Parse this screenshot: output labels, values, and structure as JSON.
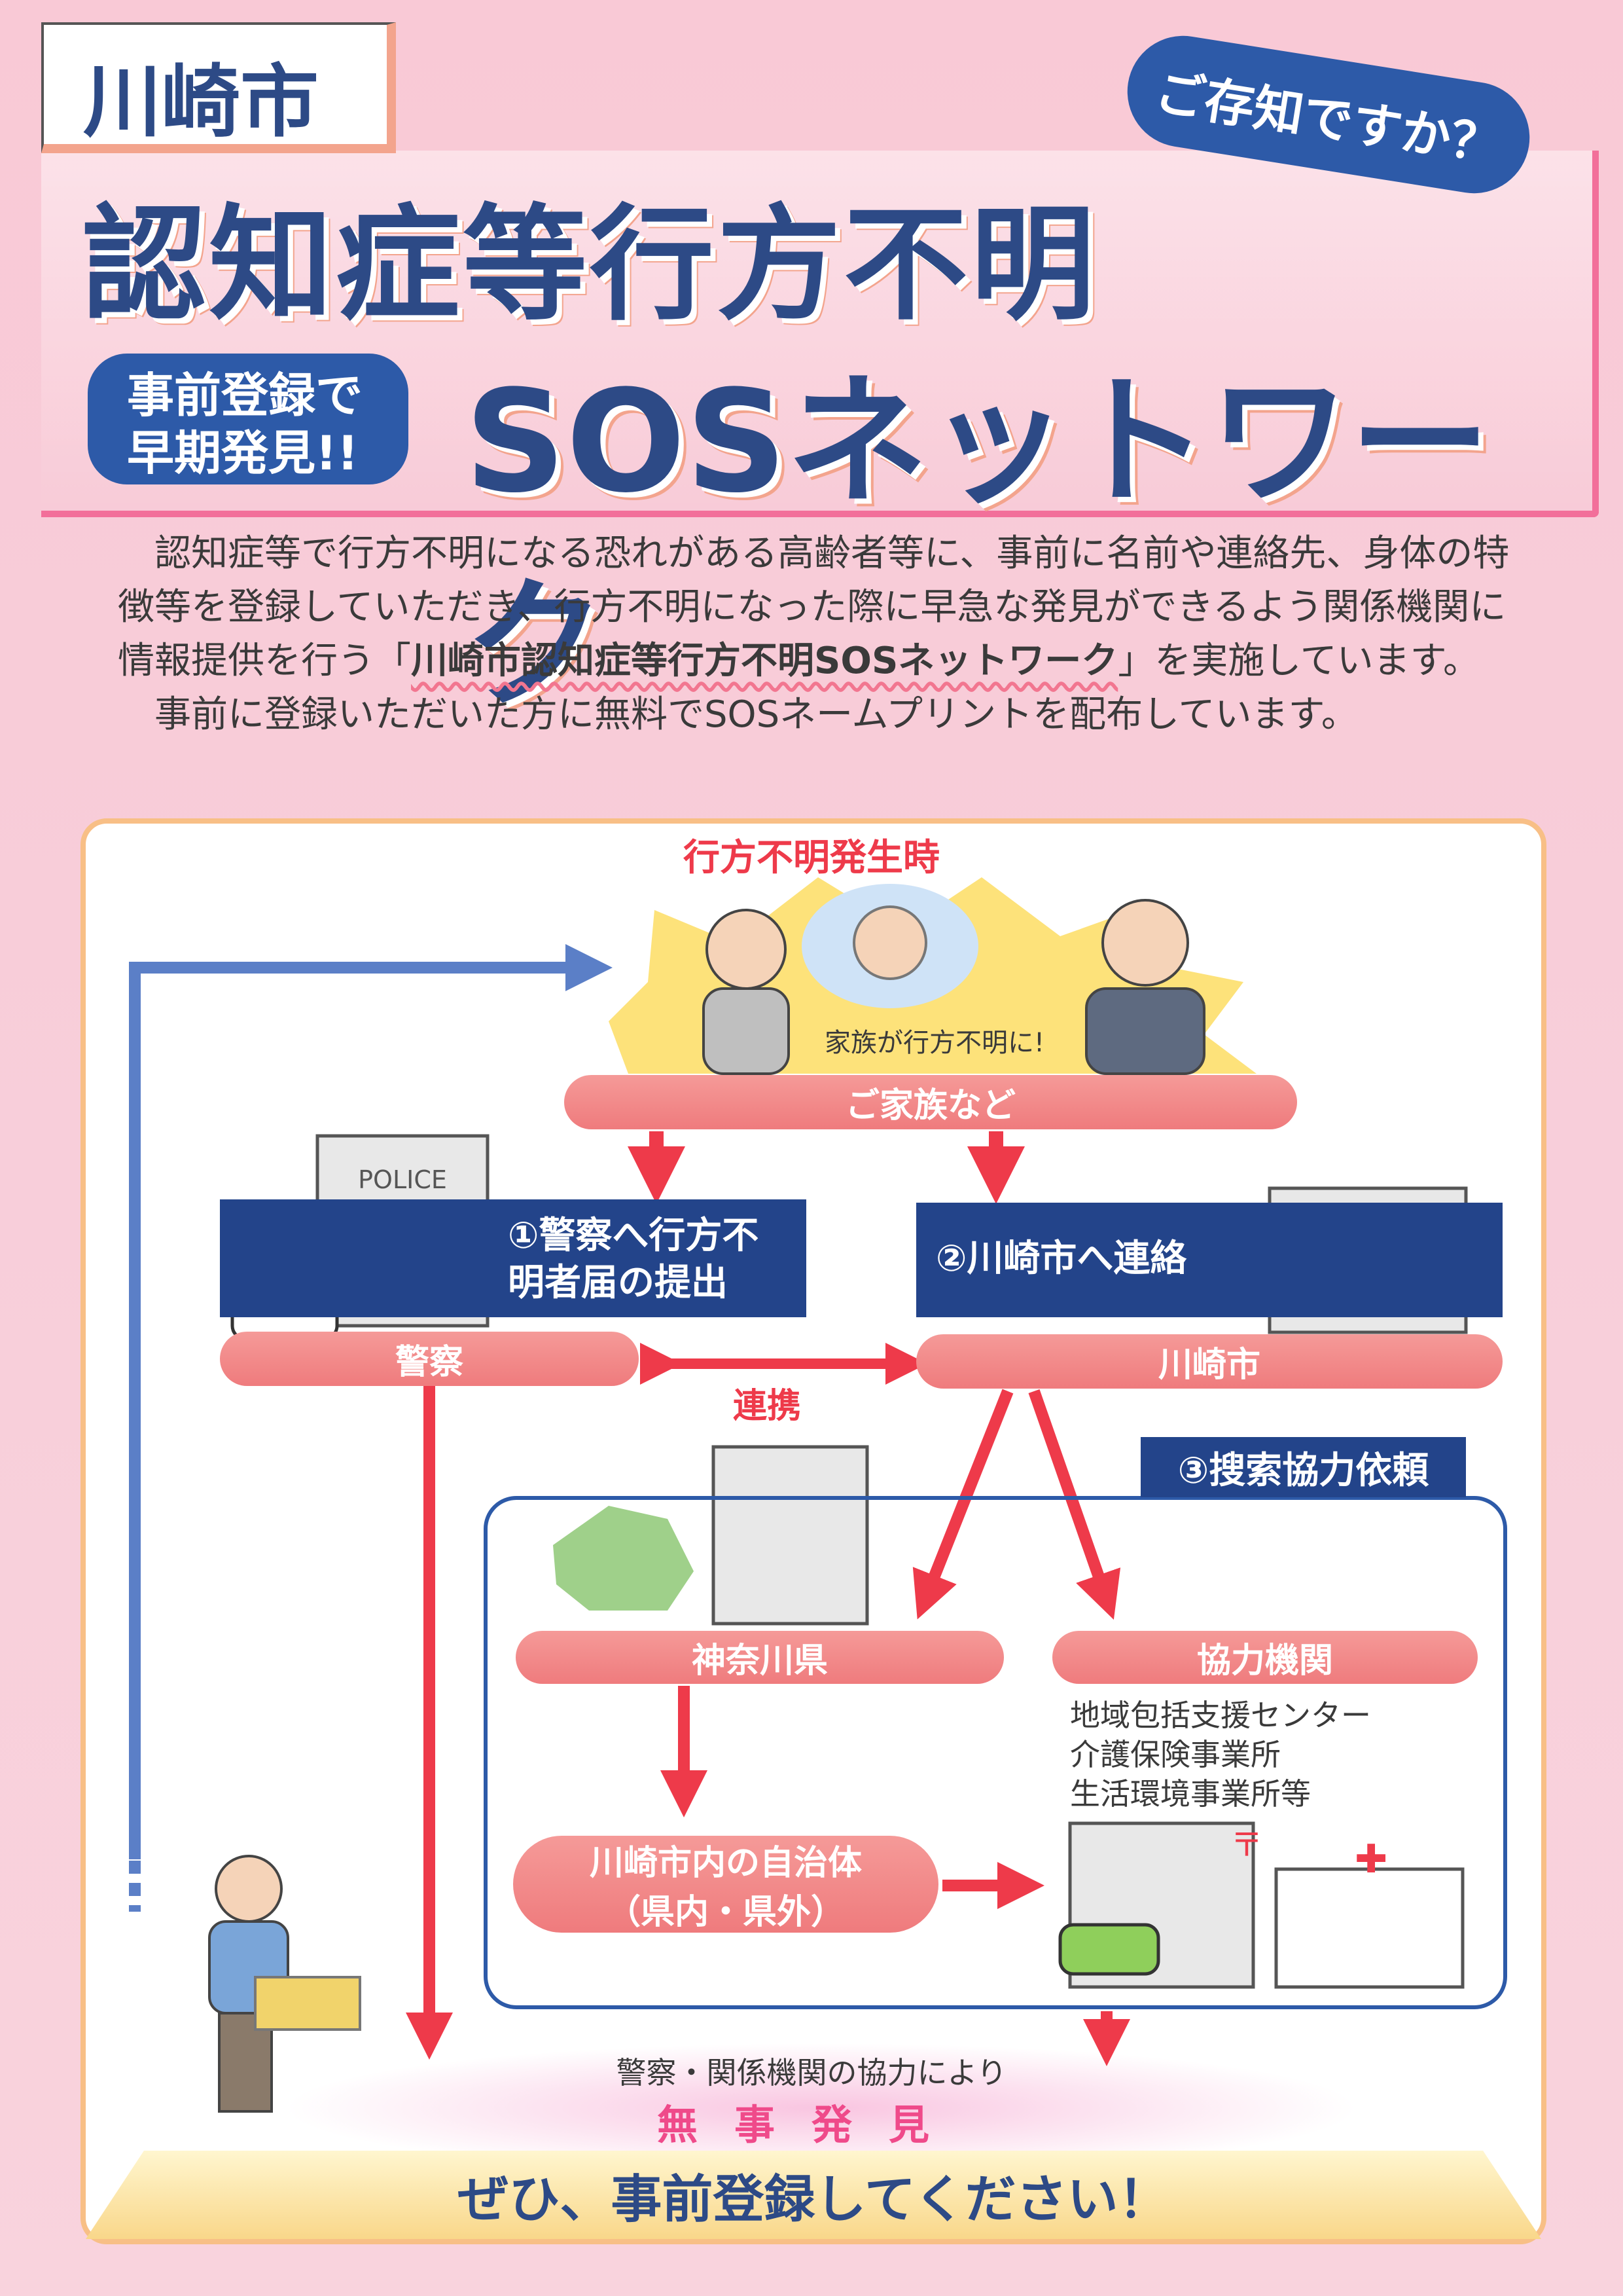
{
  "header": {
    "city": "川崎市",
    "bubble": "ご存知ですか？",
    "title_line1": "認知症等行方不明",
    "title_line2": "SOSネットワーク",
    "badge_line1": "事前登録で",
    "badge_line2": "早期発見!!"
  },
  "intro": {
    "p1_before": "認知症等で行方不明になる恐れがある高齢者等に、事前に名前や連絡先、身体の特徴等を登録していただき、行方不明になった際に早急な発見ができるよう関係機関に情報提供を行う「",
    "p1_highlight": "川崎市認知症等行方不明SOSネットワーク",
    "p1_after": "」を実施しています。",
    "p2": "事前に登録いただいた方に無料でSOSネームプリントを配布しています。"
  },
  "diagram": {
    "occurrence": "行方不明発生時",
    "family_caption": "家族が行方不明に!",
    "family": "ご家族など",
    "step1": "①警察へ行方不明者届の提出",
    "step1_line1": "①警察へ行方不",
    "step1_line2": "明者届の提出",
    "step2": "②川崎市へ連絡",
    "police_sign": "POLICE",
    "police": "警察",
    "city": "川崎市",
    "cooperation": "連携",
    "step3": "③搜索協力依頼",
    "prefecture": "神奈川県",
    "partners": "協力機関",
    "partner_list": [
      "地域包括支援センター",
      "介護保険事業所",
      "生活環境事業所等"
    ],
    "municipalities_line1": "川崎市内の自治体",
    "municipalities_line2": "（県内・県外）",
    "thanks": "警察・関係機関の協力により",
    "found": "無事発見"
  },
  "footer": {
    "cta": "ぜひ、事前登録してください！"
  },
  "colors": {
    "navy": "#23448a",
    "pink_pill": "#ef7b7d",
    "red_arrow": "#ee3a4a",
    "frame": "#f8bf86",
    "background": "#f9c9d6"
  }
}
